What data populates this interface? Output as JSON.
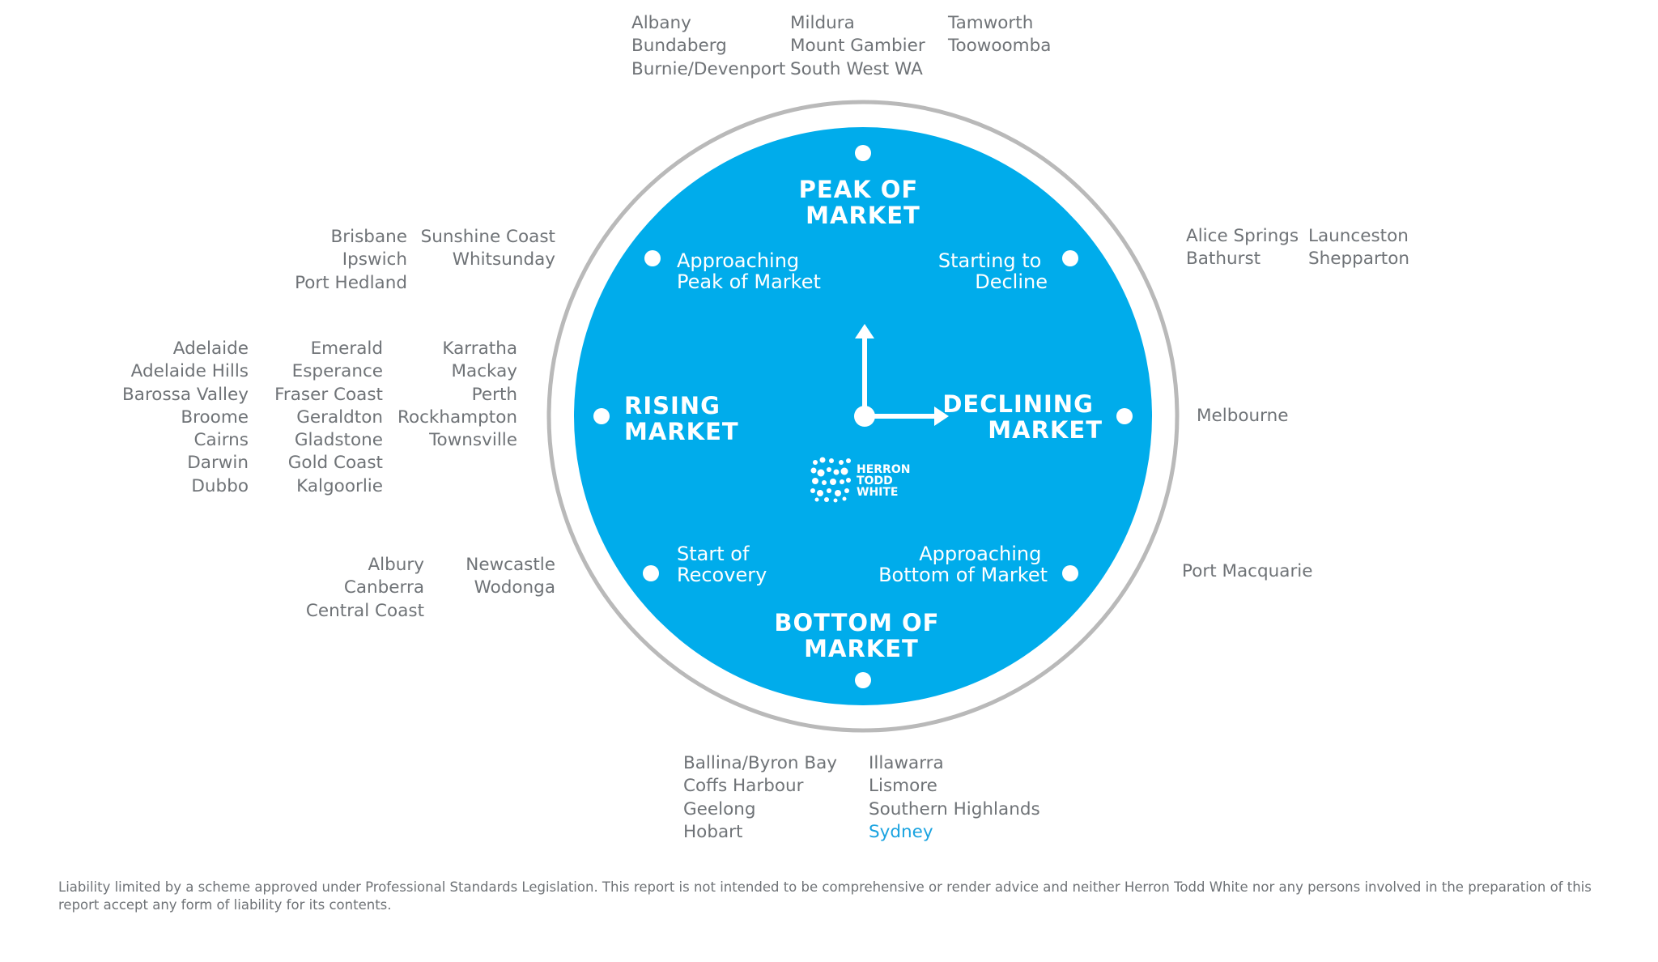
{
  "clock": {
    "peak": [
      "PEAK OF",
      "MARKET"
    ],
    "declining": [
      "DECLINING",
      "MARKET"
    ],
    "bottom": [
      "BOTTOM OF",
      "MARKET"
    ],
    "rising": [
      "RISING",
      "MARKET"
    ],
    "approaching_peak": [
      "Approaching",
      "Peak of Market"
    ],
    "starting_decline": [
      "Starting to",
      "Decline"
    ],
    "approaching_bottom": [
      "Approaching",
      "Bottom of Market"
    ],
    "start_recovery": [
      "Start of",
      "Recovery"
    ],
    "logo": [
      "HERRON",
      "TODD",
      "WHITE"
    ],
    "colors": {
      "face": "#00aceb",
      "ring": "#b9b9b9",
      "hands": "#ffffff"
    }
  },
  "groups": {
    "peak": {
      "col1": [
        "Albany",
        "Bundaberg",
        "Burnie/Devenport"
      ],
      "col2": [
        "Mildura",
        "Mount Gambier",
        "South West WA"
      ],
      "col3": [
        "Tamworth",
        "Toowoomba"
      ]
    },
    "approaching_peak": {
      "col1": [
        "Brisbane",
        "Ipswich",
        "Port Hedland"
      ],
      "col2": [
        "Sunshine Coast",
        "Whitsunday"
      ]
    },
    "starting_decline": {
      "col1": [
        "Alice Springs",
        "Bathurst"
      ],
      "col2": [
        "Launceston",
        "Shepparton"
      ]
    },
    "rising": {
      "col1": [
        "Adelaide",
        "Adelaide Hills",
        "Barossa Valley",
        "Broome",
        "Cairns",
        "Darwin",
        "Dubbo"
      ],
      "col2": [
        "Emerald",
        "Esperance",
        "Fraser Coast",
        "Geraldton",
        "Gladstone",
        "Gold Coast",
        "Kalgoorlie"
      ],
      "col3": [
        "Karratha",
        "Mackay",
        "Perth",
        "Rockhampton",
        "Townsville"
      ]
    },
    "declining": {
      "col1": [
        "Melbourne"
      ]
    },
    "start_recovery": {
      "col1": [
        "Albury",
        "Canberra",
        "Central Coast"
      ],
      "col2": [
        "Newcastle",
        "Wodonga"
      ]
    },
    "approaching_bottom": {
      "col1": [
        "Port Macquarie"
      ]
    },
    "bottom": {
      "col1": [
        "Ballina/Byron Bay",
        "Coffs Harbour",
        "Geelong",
        "Hobart"
      ],
      "col2": [
        "Illawarra",
        "Lismore",
        "Southern Highlands",
        "Sydney"
      ],
      "highlight": "Sydney",
      "highlight_color": "#1aa3e0"
    }
  },
  "disclaimer": "Liability limited by a scheme approved under Professional Standards Legislation. This report is not intended to be comprehensive or render advice and neither Herron Todd White nor any persons involved in the preparation of this report accept any form of liability for its contents."
}
